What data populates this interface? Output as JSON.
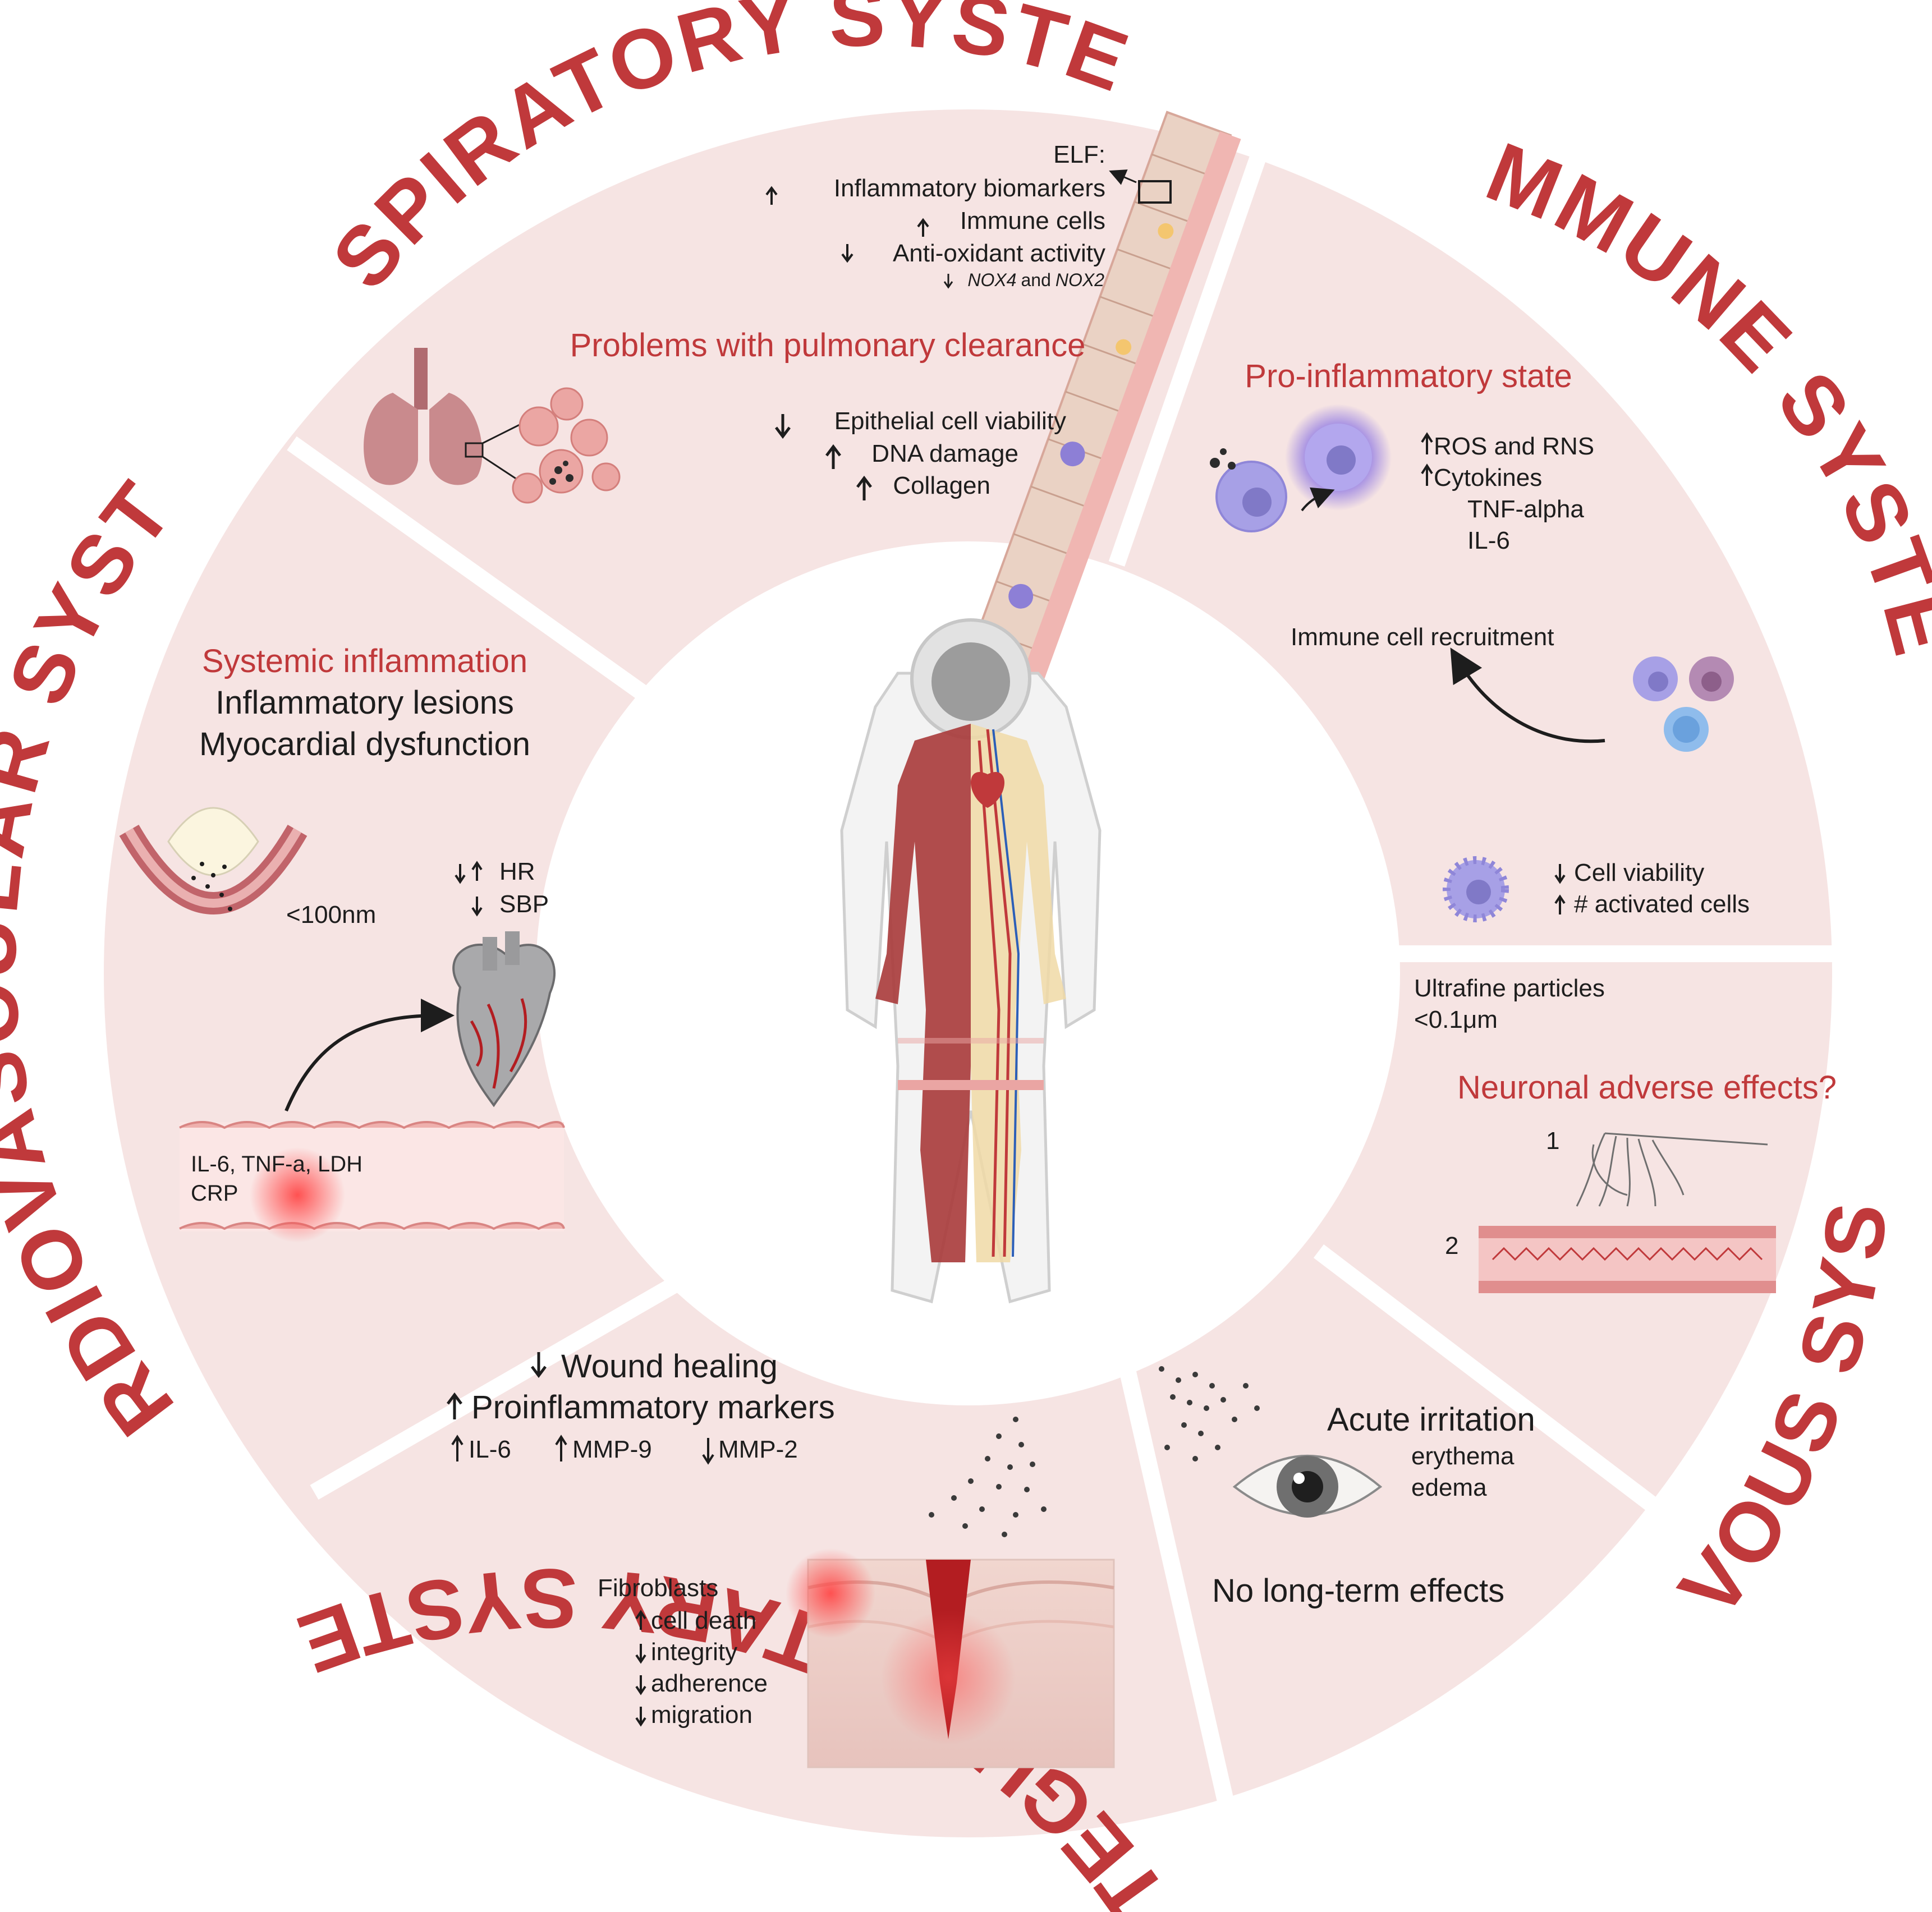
{
  "colors": {
    "accent": "#c0393b",
    "panel": "#f6e4e3",
    "text": "#1d1d1d"
  },
  "headers": {
    "respiratory": "RESPIRATORY SYSTEM",
    "immune": "IMMUNE SYSTEM",
    "nervous": "NERVOUS SYSTEM",
    "integumentary": "INTEGUMENTARY SYSTEM",
    "cardiovascular": "CARDIOVASCULAR SYSTEM"
  },
  "respiratory": {
    "elf_label": "ELF:",
    "elf_items": [
      "Inflammatory biomarkers",
      "Immune cells",
      "Anti-oxidant activity"
    ],
    "nox_prefix": "NOX4",
    "nox_and": "and",
    "nox_suffix": "NOX2",
    "headline": "Problems with pulmonary clearance",
    "effects": [
      "Epithelial cell viability",
      "DNA damage",
      "Collagen"
    ]
  },
  "immune": {
    "headline": "Pro-inflammatory state",
    "markers": [
      "ROS and RNS",
      "Cytokines",
      "TNF-alpha",
      "IL-6"
    ],
    "recruitment": "Immune cell  recruitment",
    "viability": [
      "Cell viability",
      "# activated cells"
    ]
  },
  "nervous": {
    "particles": [
      "Ultrafine particles",
      "<0.1μm"
    ],
    "headline": "Neuronal adverse effects?",
    "label_1": "1",
    "label_2": "2"
  },
  "eye": {
    "headline": "Acute irritation",
    "symptoms": [
      "erythema",
      "edema"
    ],
    "footer": "No long-term effects"
  },
  "integumentary": {
    "line1": "Wound healing",
    "line2": "Proinflammatory markers",
    "markers": [
      "IL-6",
      "MMP-9",
      "MMP-2"
    ],
    "fibro_label": "Fibroblasts",
    "fibro_items": [
      "cell death",
      "integrity",
      "adherence",
      "migration"
    ]
  },
  "cardiovascular": {
    "headline": "Systemic inflammation",
    "lines": [
      "Inflammatory lesions",
      "Myocardial dysfunction"
    ],
    "size_label": "<100nm",
    "hr": "HR",
    "sbp": "SBP",
    "vessel_markers": [
      "IL-6, TNF-a, LDH",
      "CRP"
    ]
  }
}
